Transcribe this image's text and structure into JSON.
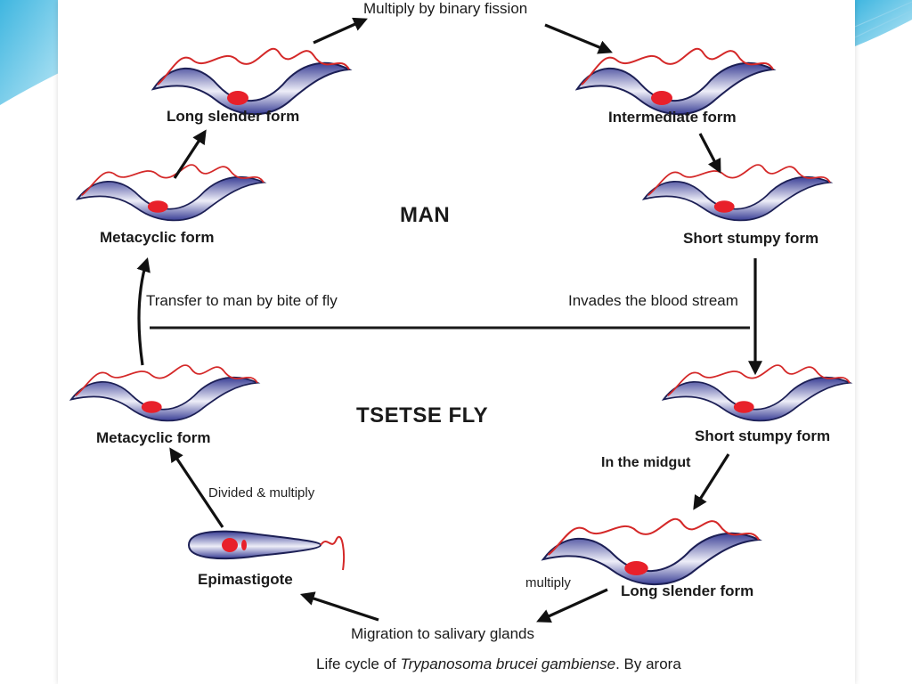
{
  "hosts": {
    "man": "MAN",
    "fly": "TSETSE FLY"
  },
  "forms": {
    "long_slender_top": "Long slender form",
    "intermediate": "Intermediate form",
    "short_stumpy_man": "Short stumpy form",
    "metacyclic_man": "Metacyclic form",
    "metacyclic_fly": "Metacyclic form",
    "short_stumpy_fly": "Short stumpy form",
    "long_slender_fly": "Long slender form",
    "epimastigote": "Epimastigote"
  },
  "steps": {
    "binary_fission": "Multiply by binary fission",
    "transfer": "Transfer to man by bite of fly",
    "invades": "Invades the blood stream",
    "midgut": "In the midgut",
    "divided": "Divided & multiply",
    "multiply": "multiply",
    "migration": "Migration to salivary glands"
  },
  "caption": {
    "prefix": "Life cycle of ",
    "species": "Trypanosoma brucei gambiense",
    "suffix": ". By arora"
  },
  "colors": {
    "body_dark": "#3a3f96",
    "body_light": "#eeeef8",
    "nucleus": "#e8202a",
    "flagellum": "#d42828",
    "arrow": "#111111",
    "accent": "#3fb6e0"
  }
}
